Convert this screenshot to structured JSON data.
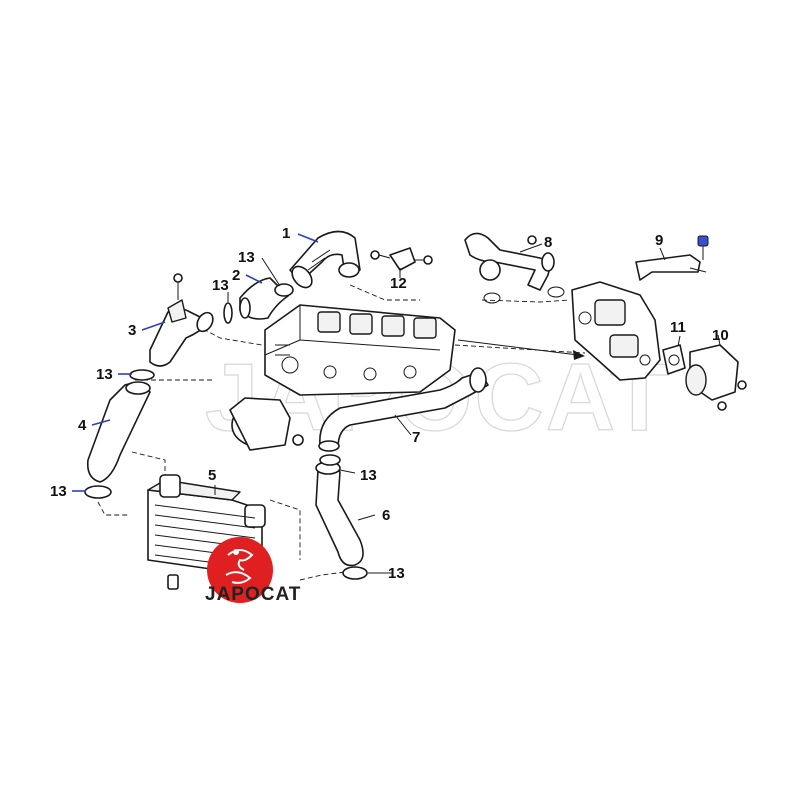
{
  "watermark": {
    "text": "JAPOCAT",
    "color": "#d9d9d9"
  },
  "logo": {
    "text": "JAPOCAT",
    "color": "#e02020"
  },
  "callouts": [
    {
      "id": "c1",
      "label": "1"
    },
    {
      "id": "c2",
      "label": "2"
    },
    {
      "id": "c3",
      "label": "3"
    },
    {
      "id": "c4",
      "label": "4"
    },
    {
      "id": "c5",
      "label": "5"
    },
    {
      "id": "c6",
      "label": "6"
    },
    {
      "id": "c7",
      "label": "7"
    },
    {
      "id": "c8",
      "label": "8"
    },
    {
      "id": "c9",
      "label": "9"
    },
    {
      "id": "c10",
      "label": "10"
    },
    {
      "id": "c11",
      "label": "11"
    },
    {
      "id": "c12",
      "label": "12"
    },
    {
      "id": "c13a",
      "label": "13"
    },
    {
      "id": "c13b",
      "label": "13"
    },
    {
      "id": "c13c",
      "label": "13"
    },
    {
      "id": "c13d",
      "label": "13"
    },
    {
      "id": "c13e",
      "label": "13"
    },
    {
      "id": "c13f",
      "label": "13"
    }
  ],
  "colors": {
    "line": "#1a1a1a",
    "leader_accent": "#2b3fbf",
    "logo_red": "#e02020"
  }
}
